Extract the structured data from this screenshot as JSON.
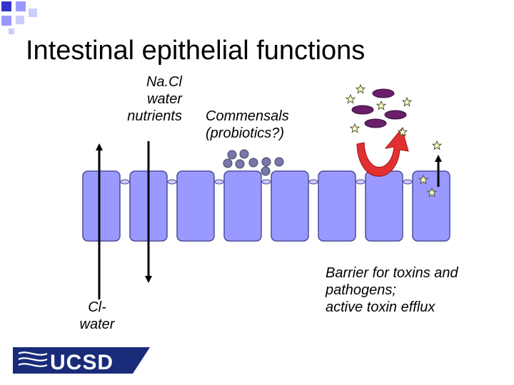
{
  "slide": {
    "title": "Intestinal epithelial functions"
  },
  "labels": {
    "absorption": [
      "Na.Cl",
      "water",
      "nutrients"
    ],
    "commensals": [
      "Commensals",
      "(probiotics?)"
    ],
    "secretion": [
      "Cl-",
      "water"
    ],
    "barrier": [
      "Barrier for toxins and",
      "pathogens;",
      "active toxin efflux"
    ]
  },
  "logo": {
    "text": "UCSD"
  },
  "colors": {
    "cell_fill": "#9999ff",
    "cell_stroke": "#4d4d99",
    "bacteria_gray": "#7777aa",
    "pathogen_purple": "#6a1f6a",
    "efflux_arrow_red": "#e23030",
    "star_fill": "#ffffcc",
    "deco_sq_dark": "#3333cc",
    "deco_sq_light": "#9999ff",
    "logo_navy": "#1a2b7a"
  }
}
